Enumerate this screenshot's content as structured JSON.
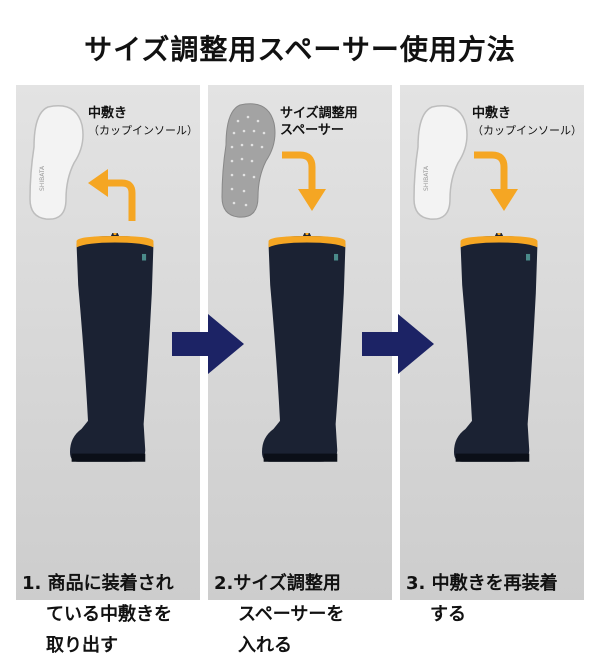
{
  "title": "サイズ調整用スペーサー使用方法",
  "panels": [
    {
      "item_label": "中敷き",
      "item_sub": "（カップインソール）",
      "insole_brand": "SHIBATA",
      "step": [
        "1. 商品に装着され",
        "ている中敷きを",
        "取り出す"
      ]
    },
    {
      "item_label_1": "サイズ調整用",
      "item_label_2": "スペーサー",
      "step": [
        "2.サイズ調整用",
        "スペーサーを",
        "入れる"
      ]
    },
    {
      "item_label": "中敷き",
      "item_sub": "（カップインソール）",
      "insole_brand": "SHIBATA",
      "step": [
        "3. 中敷きを再装着",
        "する"
      ]
    }
  ],
  "colors": {
    "accent": "#f5a623",
    "boot": "#1b2233",
    "flow_arrow": "#1c2365",
    "panel": "#d8d8d8"
  },
  "icons": [
    "curved-arrow-up-icon",
    "curved-arrow-down-icon",
    "flow-arrow-icon"
  ]
}
